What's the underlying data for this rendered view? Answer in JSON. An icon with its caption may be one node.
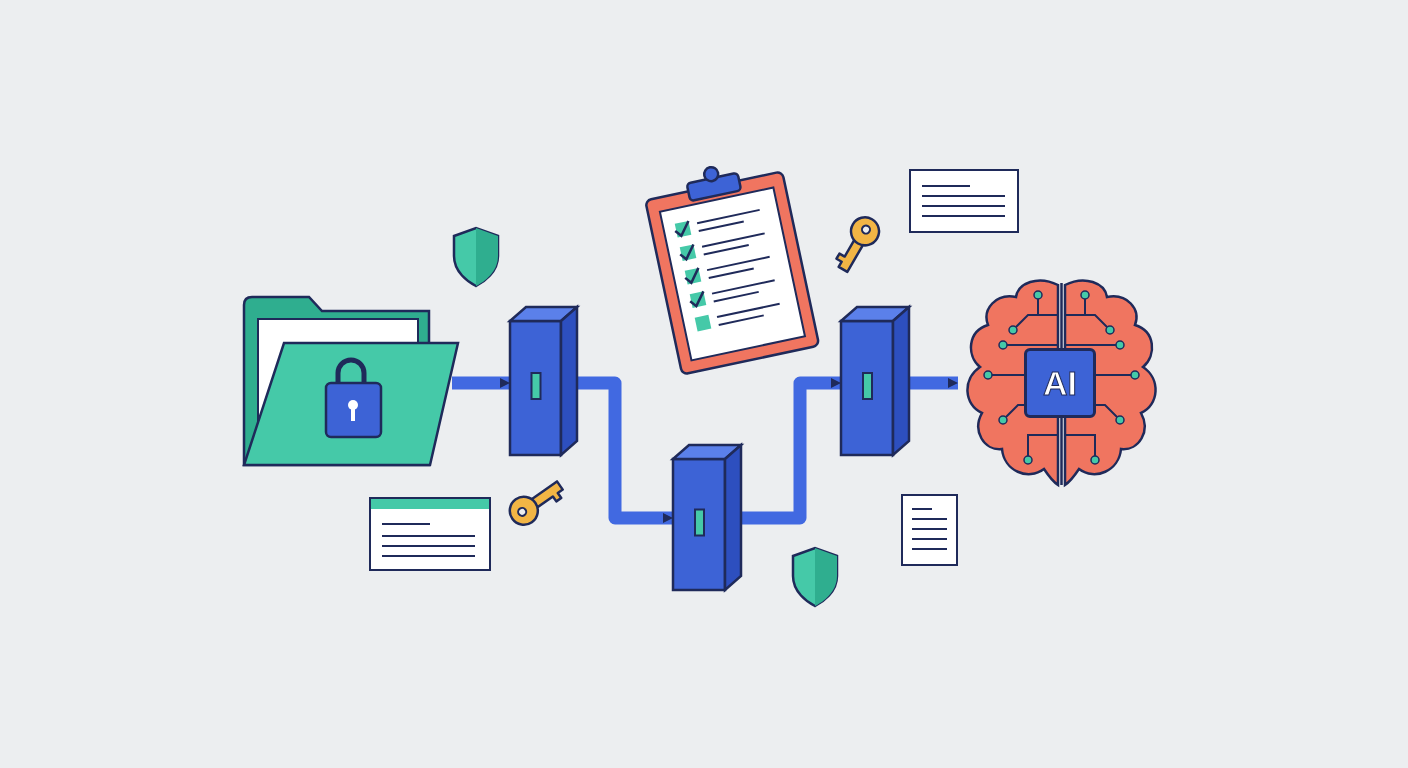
{
  "diagram": {
    "nodes": [
      {
        "text": [],
        "shape": "picture"
      },
      {
        "text": [],
        "shape": "box"
      },
      {
        "text": [],
        "shape": "box"
      },
      {
        "text": [],
        "shape": "box"
      },
      {
        "text": [
          "AI"
        ]
      }
    ],
    "edges": [
      {
        "from": 0,
        "to": 1,
        "arrow": "to"
      },
      {
        "from": 1,
        "to": 2,
        "arrow": "to"
      },
      {
        "from": 2,
        "to": 3,
        "arrow": "to"
      },
      {
        "from": 3,
        "to": 4,
        "arrow": "to"
      }
    ]
  }
}
